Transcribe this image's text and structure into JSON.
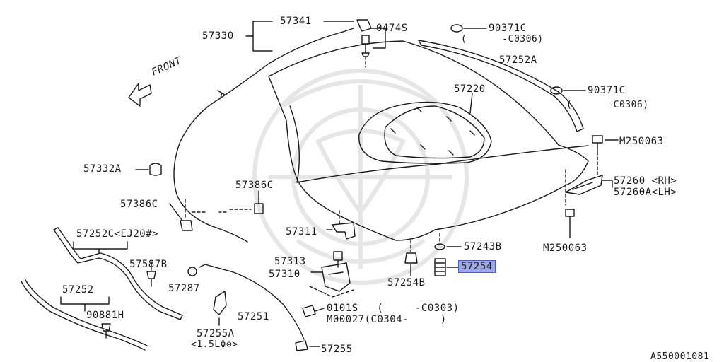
{
  "diagram": {
    "front_label": "FRONT",
    "ref_code": "A550001081",
    "watermark_icon": "seal-watermark-icon",
    "highlight_color": "#9fa8e8",
    "highlight_border": "#4a5bd1",
    "labels": {
      "p57341": "57341",
      "p57330": "57330",
      "p0474s": "0474S",
      "p90371c_top": "90371C",
      "p90371c_top_note": "(      -C0306)",
      "p57252a": "57252A",
      "p90371c_mid": "90371C",
      "p90371c_mid_note": "(      -C0306)",
      "p57220": "57220",
      "pm250063_top": "M250063",
      "p57332a": "57332A",
      "p57386c_mid": "57386C",
      "p57386c_left": "57386C",
      "p57260": "57260 <RH>",
      "p57260a": "57260A<LH>",
      "p57252c": "57252C<EJ20#>",
      "p57311": "57311",
      "pm250063_bot": "M250063",
      "p57587b": "57587B",
      "p57313": "57313",
      "p57243b": "57243B",
      "p57310": "57310",
      "p57254": "57254",
      "p57287": "57287",
      "p57254b": "57254B",
      "p57252": "57252",
      "p90881h": "90881H",
      "p0101s": "0101S   (     -C0303)",
      "p57251": "57251",
      "pm00027": "M00027(C0304-     )",
      "p57255a": "57255A",
      "p57255a_note": "<1.5LΦ⊙>",
      "p57255": "57255"
    }
  }
}
